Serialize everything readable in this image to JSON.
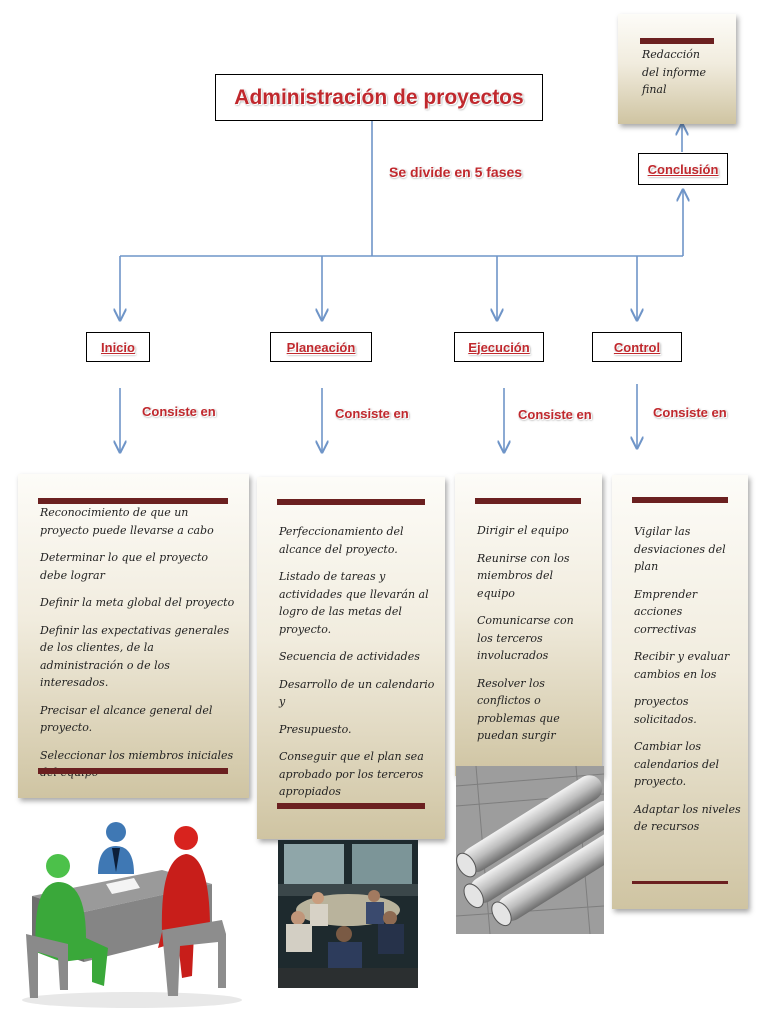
{
  "title": "Administración de proyectos",
  "divide_label": "Se divide en 5 fases",
  "phases": [
    {
      "name": "Inicio"
    },
    {
      "name": "Planeación"
    },
    {
      "name": "Ejecución"
    },
    {
      "name": "Control"
    }
  ],
  "conclusion": {
    "name": "Conclusión",
    "note": [
      "Redacción",
      "del informe",
      "final"
    ]
  },
  "consiste_label": "Consiste en",
  "details": {
    "inicio": [
      "Reconocimiento de que un proyecto puede llevarse a cabo",
      "Determinar lo que el proyecto debe lograr",
      "Definir la meta global del proyecto",
      "Definir las expectativas generales de los clientes, de la administración o de los interesados.",
      "Precisar el alcance general del proyecto.",
      "Seleccionar los miembros iniciales del equipo"
    ],
    "planeacion": [
      "Perfeccionamiento del alcance del proyecto.",
      "Listado de tareas y actividades que llevarán al logro de las metas del proyecto.",
      "Secuencia de actividades",
      "Desarrollo de un calendario y",
      "Presupuesto.",
      "Conseguir que el plan sea aprobado por los terceros apropiados"
    ],
    "ejecucion": [
      "Dirigir el equipo",
      "Reunirse con los miembros del equipo",
      "Comunicarse con los terceros involucrados",
      "Resolver los conflictos o problemas que puedan surgir"
    ],
    "control": [
      "Vigilar las desviaciones del plan",
      "Emprender acciones correctivas",
      "Recibir y evaluar cambios en los",
      "proyectos solicitados.",
      "Cambiar los calendarios del proyecto.",
      "Adaptar los niveles de recursos"
    ]
  },
  "colors": {
    "connector": "#6f95c8",
    "label_red": "#c0282d",
    "note_bar": "#6b2020"
  }
}
